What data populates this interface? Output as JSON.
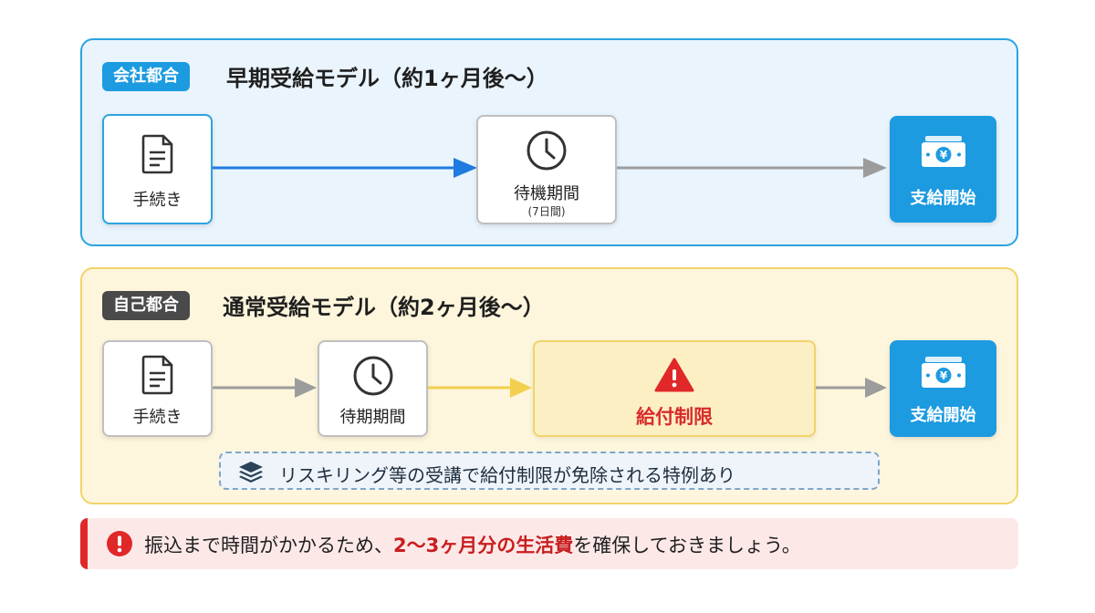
{
  "company_panel": {
    "badge": "会社都合",
    "title": "早期受給モデル（約1ヶ月後〜）",
    "steps": [
      {
        "label": "手続き",
        "icon": "document-icon"
      },
      {
        "label": "待機期間",
        "sub": "(7日間)",
        "icon": "clock-icon"
      },
      {
        "label": "支給開始",
        "icon": "yen-bill-icon"
      }
    ]
  },
  "self_panel": {
    "badge": "自己都合",
    "title": "通常受給モデル（約2ヶ月後〜）",
    "steps": [
      {
        "label": "手続き",
        "icon": "document-icon"
      },
      {
        "label": "待期期間",
        "icon": "clock-icon"
      },
      {
        "label": "給付制限",
        "icon": "warning-triangle-icon"
      },
      {
        "label": "支給開始",
        "icon": "yen-bill-icon"
      }
    ],
    "note": "リスキリング等の受講で給付制限が免除される特例あり"
  },
  "warning": {
    "text_before": "振込まで時間がかかるため、",
    "text_emphasis": "2〜3ヶ月分の生活費",
    "text_after": "を確保しておきましょう。"
  },
  "colors": {
    "blue_accent": "#1d9be0",
    "yellow_accent": "#f1d36a",
    "red_accent": "#e02828",
    "dark_badge": "#4a4a4a"
  }
}
